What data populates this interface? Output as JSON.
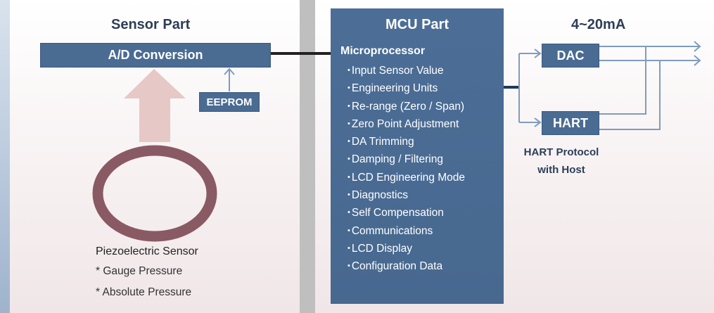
{
  "sensor_part": {
    "title": "Sensor Part",
    "ad_conversion": "A/D Conversion",
    "eeprom": "EEPROM",
    "sensor_label": "Piezoelectric Sensor",
    "notes": [
      "* Gauge Pressure",
      "* Absolute Pressure"
    ]
  },
  "mcu_part": {
    "title": "MCU Part",
    "subtitle": "Microprocessor",
    "items": [
      "Input Sensor Value",
      "Engineering Units",
      "Re-range (Zero / Span)",
      "Zero Point Adjustment",
      "DA Trimming",
      "Damping / Filtering",
      "LCD Engineering Mode",
      "Diagnostics",
      "Self Compensation",
      "Communications",
      "LCD Display",
      "Configuration Data"
    ]
  },
  "output_part": {
    "title": "4~20mA",
    "dac": "DAC",
    "hart": "HART",
    "hart_note_line1": "HART Protocol",
    "hart_note_line2": "with Host"
  },
  "colors": {
    "box_blue": "#4a6b92",
    "heading": "#2c3e57",
    "sensor_ring": "#8a5a64",
    "arrow_pink": "#e6c8c6",
    "divider": "#bfbfbf",
    "line_blue": "#7f9cbf"
  }
}
